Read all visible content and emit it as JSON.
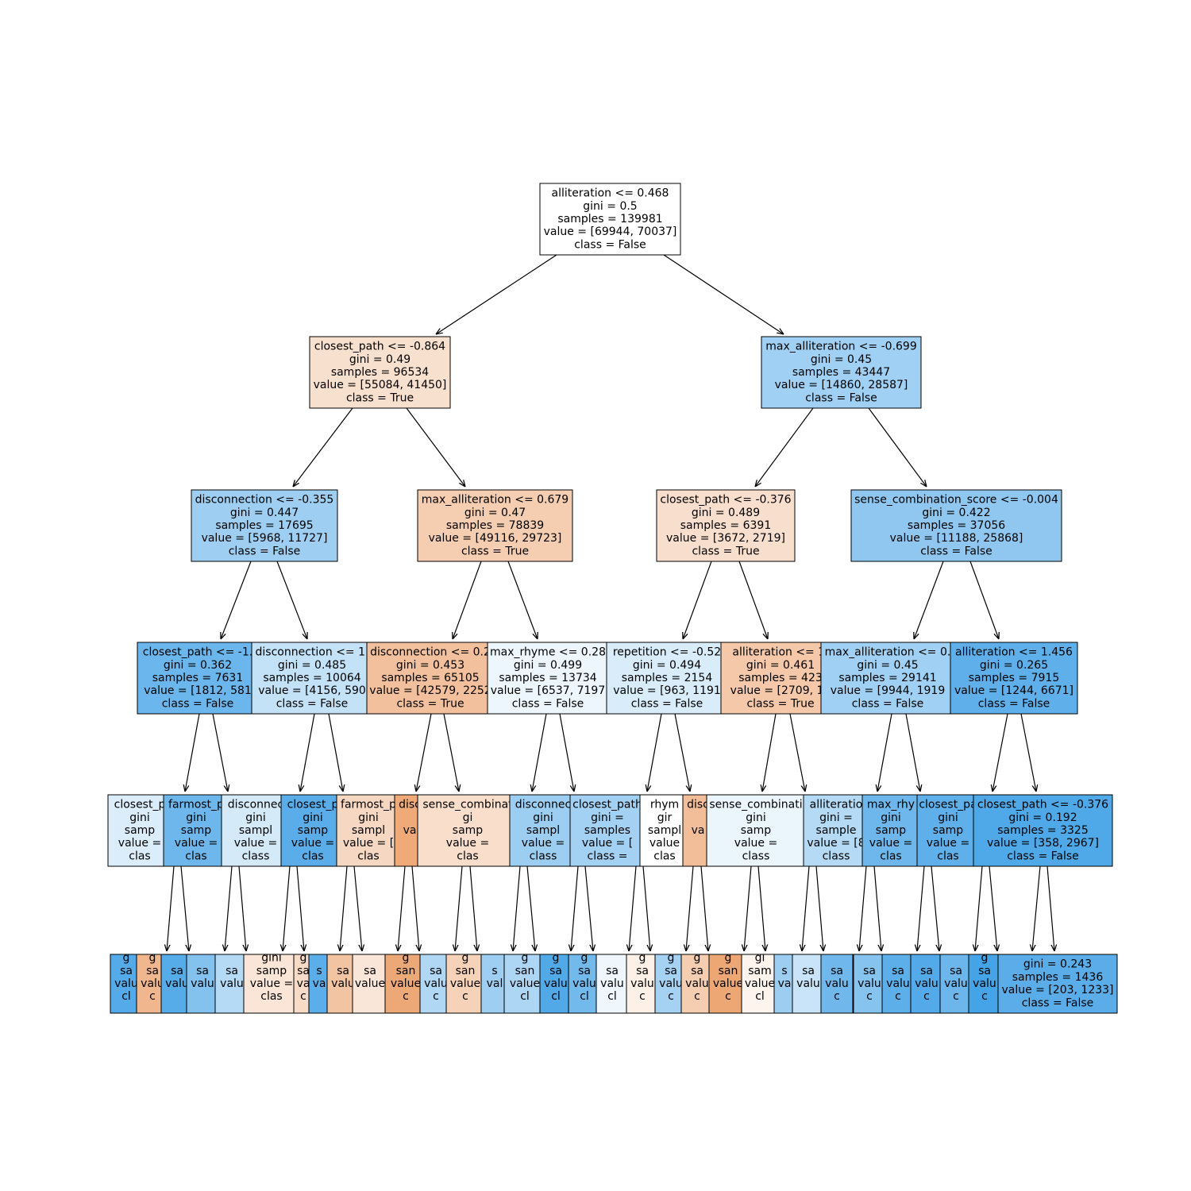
{
  "tree": {
    "nodes": [
      {
        "id": "n0",
        "lines": [
          "alliteration <= 0.468",
          "gini = 0.5",
          "samples = 139981",
          "value = [69944, 70037]",
          "class = False"
        ],
        "fill": "#ffffff"
      },
      {
        "id": "n1",
        "lines": [
          "closest_path <= -0.864",
          "gini = 0.49",
          "samples = 96534",
          "value = [55084, 41450]",
          "class = True"
        ],
        "fill": "#f8e0ce"
      },
      {
        "id": "n2",
        "lines": [
          "max_alliteration <= -0.699",
          "gini = 0.45",
          "samples = 43447",
          "value = [14860, 28587]",
          "class = False"
        ],
        "fill": "#a0d0f3"
      },
      {
        "id": "n3",
        "lines": [
          "disconnection <= -0.355",
          "gini = 0.447",
          "samples = 17695",
          "value = [5968, 11727]",
          "class = False"
        ],
        "fill": "#9ecff2"
      },
      {
        "id": "n4",
        "lines": [
          "max_alliteration <= 0.679",
          "gini = 0.47",
          "samples = 78839",
          "value = [49116, 29723]",
          "class = True"
        ],
        "fill": "#f5cdb1"
      },
      {
        "id": "n5",
        "lines": [
          "closest_path <= -0.376",
          "gini = 0.489",
          "samples = 6391",
          "value = [3672, 2719]",
          "class = True"
        ],
        "fill": "#f8decc"
      },
      {
        "id": "n6",
        "lines": [
          "sense_combination_score <= -0.004",
          "gini = 0.422",
          "samples = 37056",
          "value = [11188, 25868]",
          "class = False"
        ],
        "fill": "#8fc7f0"
      },
      {
        "id": "n7",
        "lines": [
          "closest_path <= -1.",
          "gini = 0.362",
          "samples = 7631",
          "value = [1812, 581",
          "class = False"
        ],
        "fill": "#6bb6ec"
      },
      {
        "id": "n8",
        "lines": [
          "disconnection <= 1.",
          "gini = 0.485",
          "samples = 10064",
          "value = [4156, 590",
          "class = False"
        ],
        "fill": "#c4e2f7"
      },
      {
        "id": "n9",
        "lines": [
          "disconnection <= 0.2",
          "gini = 0.453",
          "samples = 65105",
          "value = [42579, 2252",
          "class = True"
        ],
        "fill": "#f2c09c"
      },
      {
        "id": "n10",
        "lines": [
          "max_rhyme <= 0.28",
          "gini = 0.499",
          "samples = 13734",
          "value = [6537, 7197",
          "class = False"
        ],
        "fill": "#edf6fd"
      },
      {
        "id": "n11",
        "lines": [
          "repetition <= -0.52",
          "gini = 0.494",
          "samples = 2154",
          "value = [963, 1191",
          "class = False"
        ],
        "fill": "#d9ecfa"
      },
      {
        "id": "n12",
        "lines": [
          "alliteration <= 1.",
          "gini = 0.461",
          "samples = 423",
          "value = [2709, 15",
          "class = True"
        ],
        "fill": "#f4c8a8"
      },
      {
        "id": "n13",
        "lines": [
          "max_alliteration <= 0.",
          "gini = 0.45",
          "samples = 29141",
          "value = [9944, 1919",
          "class = False"
        ],
        "fill": "#a0d0f3"
      },
      {
        "id": "n14",
        "lines": [
          "alliteration <= 1.456",
          "gini = 0.265",
          "samples = 7915",
          "value = [1244, 6671]",
          "class = False"
        ],
        "fill": "#5eafea"
      },
      {
        "id": "n15",
        "lines": [
          "closest_p",
          "gini",
          "samp",
          "value =",
          "clas"
        ],
        "fill": "#dbedfa"
      },
      {
        "id": "n16",
        "lines": [
          "farmost_p",
          "gini",
          "samp",
          "value =",
          "clas"
        ],
        "fill": "#6db7ec"
      },
      {
        "id": "n17",
        "lines": [
          "disconnec",
          "gini",
          "sampl",
          "value =",
          "class"
        ],
        "fill": "#d5eaf9"
      },
      {
        "id": "n18",
        "lines": [
          "closest_p",
          "gini",
          "samp",
          "value =",
          "clas"
        ],
        "fill": "#5aade9"
      },
      {
        "id": "n19",
        "lines": [
          "farmost_p",
          "gini",
          "sampl",
          "value = [",
          "clas"
        ],
        "fill": "#f6d8c2"
      },
      {
        "id": "n20",
        "lines": [
          "disc",
          "",
          "va",
          "",
          ""
        ],
        "fill": "#efaa78"
      },
      {
        "id": "n21",
        "lines": [
          "sense_combinat",
          "gi",
          "samp",
          "value =",
          "clas"
        ],
        "fill": "#f8decb"
      },
      {
        "id": "n22",
        "lines": [
          "disconnec",
          "gini",
          "sampl",
          "value =",
          "class"
        ],
        "fill": "#9ccef2"
      },
      {
        "id": "n23",
        "lines": [
          "closest_path",
          "gini =",
          "samples",
          "value = [",
          "class ="
        ],
        "fill": "#a3d1f3"
      },
      {
        "id": "n24",
        "lines": [
          "rhym",
          "gir",
          "sampl",
          "value",
          "clas"
        ],
        "fill": "#ffffff"
      },
      {
        "id": "n25",
        "lines": [
          "disc",
          "",
          "va",
          "",
          ""
        ],
        "fill": "#f2be99"
      },
      {
        "id": "n26",
        "lines": [
          "sense_combinati",
          "gini",
          "samp",
          "value =",
          "class"
        ],
        "fill": "#ebf5fc"
      },
      {
        "id": "n27",
        "lines": [
          "alliteratio",
          "gini =",
          "sample",
          "value = [8",
          "class"
        ],
        "fill": "#b4daf5"
      },
      {
        "id": "n28",
        "lines": [
          "max_rhy",
          "gini",
          "samp",
          "value =",
          "clas"
        ],
        "fill": "#6eb7ec"
      },
      {
        "id": "n29",
        "lines": [
          "closest_pa",
          "gini",
          "samp",
          "value =",
          "clas"
        ],
        "fill": "#5eafea"
      },
      {
        "id": "n30",
        "lines": [
          "closest_path <= -0.376",
          "gini = 0.192",
          "samples = 3325",
          "value = [358, 2967]",
          "class = False"
        ],
        "fill": "#4fa8e8"
      },
      {
        "id": "n31",
        "lines": [
          "g",
          "sa",
          "valu",
          "cl",
          ""
        ],
        "fill": "#55abe9"
      },
      {
        "id": "n32",
        "lines": [
          "g",
          "sa",
          "valu",
          "c",
          ""
        ],
        "fill": "#f0b78e"
      },
      {
        "id": "n33",
        "lines": [
          "",
          "sa",
          "valu",
          "",
          ""
        ],
        "fill": "#56abe9"
      },
      {
        "id": "n34",
        "lines": [
          "",
          "sa",
          "valu",
          "",
          ""
        ],
        "fill": "#83c1ef"
      },
      {
        "id": "n35",
        "lines": [
          "",
          "sa",
          "valu",
          "",
          ""
        ],
        "fill": "#b4daf5"
      },
      {
        "id": "n36",
        "lines": [
          "gini",
          "samp",
          "value =",
          "clas",
          ""
        ],
        "fill": "#fbe5d6"
      },
      {
        "id": "n37",
        "lines": [
          "g",
          "sa",
          "va",
          "c",
          ""
        ],
        "fill": "#f8dbc6"
      },
      {
        "id": "n38",
        "lines": [
          "",
          "s",
          "va",
          "",
          ""
        ],
        "fill": "#5caeea"
      },
      {
        "id": "n39",
        "lines": [
          "",
          "sa",
          "valu",
          "",
          ""
        ],
        "fill": "#f3c4a2"
      },
      {
        "id": "n40",
        "lines": [
          "",
          "sa",
          "value",
          "",
          ""
        ],
        "fill": "#fae6d8"
      },
      {
        "id": "n41",
        "lines": [
          "g",
          "san",
          "value",
          "c",
          ""
        ],
        "fill": "#eda877"
      },
      {
        "id": "n42",
        "lines": [
          "",
          "sa",
          "valu",
          "c",
          ""
        ],
        "fill": "#b0d8f5"
      },
      {
        "id": "n43",
        "lines": [
          "g",
          "san",
          "value",
          "c",
          ""
        ],
        "fill": "#f6d2b8"
      },
      {
        "id": "n44",
        "lines": [
          "",
          "s",
          "val",
          "",
          ""
        ],
        "fill": "#9ecff2"
      },
      {
        "id": "n45",
        "lines": [
          "g",
          "san",
          "value",
          "cl",
          ""
        ],
        "fill": "#add6f4"
      },
      {
        "id": "n46",
        "lines": [
          "g",
          "sa",
          "valu",
          "cl",
          ""
        ],
        "fill": "#52a9e8"
      },
      {
        "id": "n47",
        "lines": [
          "g",
          "sa",
          "valu",
          "cl",
          ""
        ],
        "fill": "#72b9ec"
      },
      {
        "id": "n48",
        "lines": [
          "",
          "sa",
          "valu",
          "cl",
          ""
        ],
        "fill": "#eff7fd"
      },
      {
        "id": "n49",
        "lines": [
          "g",
          "sa",
          "valu",
          "c",
          ""
        ],
        "fill": "#fcf0e7"
      },
      {
        "id": "n50",
        "lines": [
          "g",
          "sa",
          "valu",
          "c",
          ""
        ],
        "fill": "#a5d2f3"
      },
      {
        "id": "n51",
        "lines": [
          "g",
          "sa",
          "valu",
          "c",
          ""
        ],
        "fill": "#f5ceb2"
      },
      {
        "id": "n52",
        "lines": [
          "g",
          "san",
          "value",
          "c",
          ""
        ],
        "fill": "#eda774"
      },
      {
        "id": "n53",
        "lines": [
          "gi",
          "sam",
          "value",
          "cl",
          ""
        ],
        "fill": "#fdf4ee"
      },
      {
        "id": "n54",
        "lines": [
          "",
          "s",
          "va",
          "",
          ""
        ],
        "fill": "#9dcef2"
      },
      {
        "id": "n55",
        "lines": [
          "",
          "sa",
          "valu",
          "",
          ""
        ],
        "fill": "#c9e4f8"
      },
      {
        "id": "n56",
        "lines": [
          "",
          "sa",
          "valu",
          "c",
          ""
        ],
        "fill": "#70b8ec"
      },
      {
        "id": "n57",
        "lines": [
          "",
          "sa",
          "valu",
          "c",
          ""
        ],
        "fill": "#86c3ef"
      },
      {
        "id": "n58",
        "lines": [
          "",
          "sa",
          "valu",
          "c",
          ""
        ],
        "fill": "#5dafea"
      },
      {
        "id": "n59",
        "lines": [
          "",
          "sa",
          "valu",
          "c",
          ""
        ],
        "fill": "#54aae8"
      },
      {
        "id": "n60",
        "lines": [
          "",
          "sa",
          "valu",
          "c",
          ""
        ],
        "fill": "#6cb6ec"
      },
      {
        "id": "n61",
        "lines": [
          "g",
          "sa",
          "valu",
          "c",
          ""
        ],
        "fill": "#45a3e7"
      },
      {
        "id": "n62",
        "lines": [
          "gini = 0.243",
          "samples = 1436",
          "value = [203, 1233]",
          "class = False"
        ],
        "fill": "#5aade9"
      }
    ]
  }
}
